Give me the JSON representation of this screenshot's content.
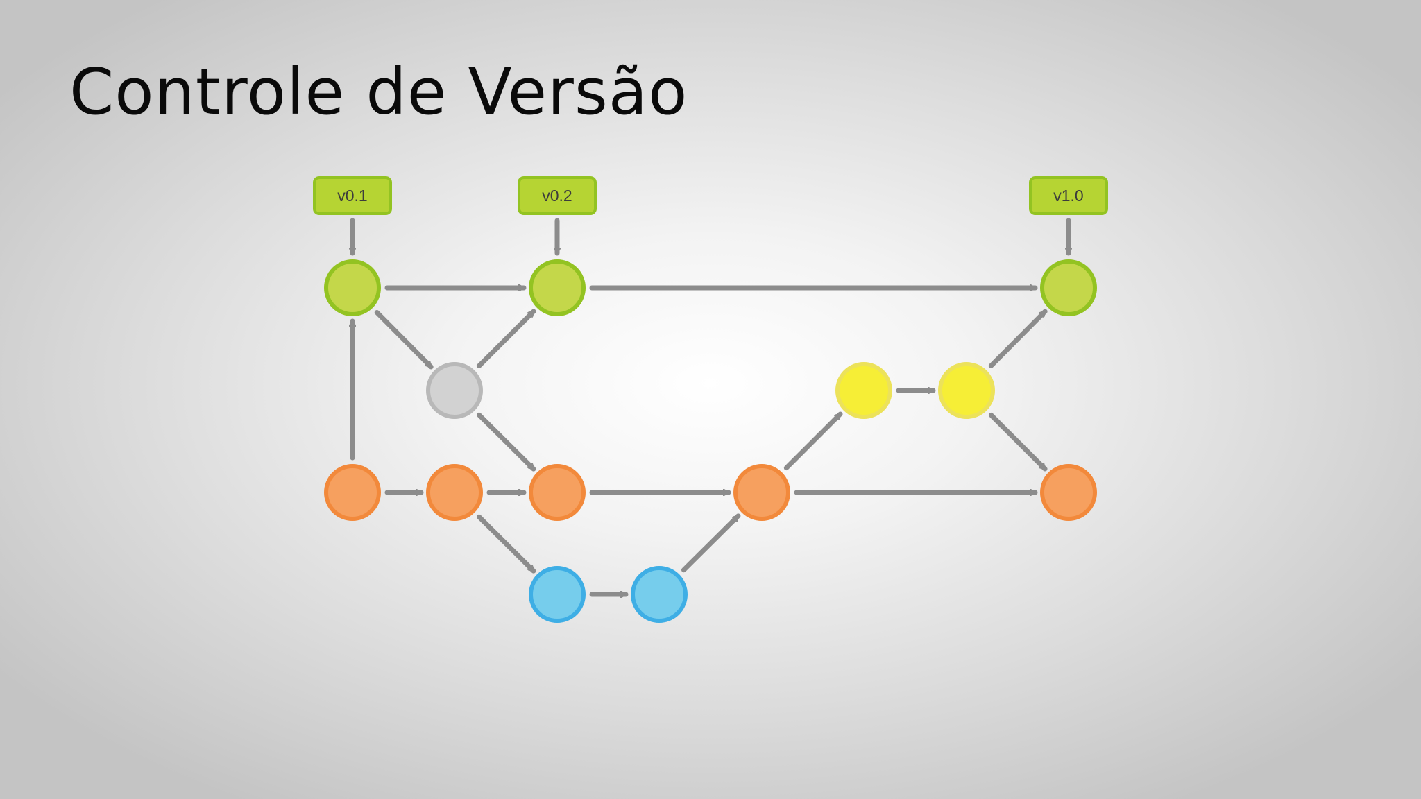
{
  "slide": {
    "title": "Controle de Versão"
  },
  "diagram": {
    "colors": {
      "green": {
        "fill": "#c4d74a",
        "stroke": "#93c322"
      },
      "gray": {
        "fill": "#d2d2d2",
        "stroke": "#b8b8b8"
      },
      "orange": {
        "fill": "#f6a05f",
        "stroke": "#f2893b"
      },
      "blue": {
        "fill": "#76cdec",
        "stroke": "#3eaee5"
      },
      "yellow": {
        "fill": "#f6ee36",
        "stroke": "#ece25a"
      },
      "arrow": "#8c8c8c",
      "tag_fill": "#b6d433",
      "tag_stroke": "#93c322"
    },
    "tags": [
      {
        "id": "t1",
        "label": "v0.1",
        "target": "g1"
      },
      {
        "id": "t2",
        "label": "v0.2",
        "target": "g2"
      },
      {
        "id": "t3",
        "label": "v1.0",
        "target": "g3"
      }
    ],
    "nodes": [
      {
        "id": "g1",
        "color": "green"
      },
      {
        "id": "g2",
        "color": "green"
      },
      {
        "id": "g3",
        "color": "green"
      },
      {
        "id": "gr",
        "color": "gray"
      },
      {
        "id": "o1",
        "color": "orange"
      },
      {
        "id": "o2",
        "color": "orange"
      },
      {
        "id": "o3",
        "color": "orange"
      },
      {
        "id": "o4",
        "color": "orange"
      },
      {
        "id": "o5",
        "color": "orange"
      },
      {
        "id": "b1",
        "color": "blue"
      },
      {
        "id": "b2",
        "color": "blue"
      },
      {
        "id": "y1",
        "color": "yellow"
      },
      {
        "id": "y2",
        "color": "yellow"
      }
    ],
    "edges": [
      {
        "from": "g1",
        "to": "g2"
      },
      {
        "from": "g2",
        "to": "g3"
      },
      {
        "from": "g1",
        "to": "gr"
      },
      {
        "from": "gr",
        "to": "g2"
      },
      {
        "from": "gr",
        "to": "o3"
      },
      {
        "from": "o1",
        "to": "g1"
      },
      {
        "from": "o1",
        "to": "o2"
      },
      {
        "from": "o2",
        "to": "o3"
      },
      {
        "from": "o3",
        "to": "o4"
      },
      {
        "from": "o4",
        "to": "o5"
      },
      {
        "from": "o2",
        "to": "b1"
      },
      {
        "from": "b1",
        "to": "b2"
      },
      {
        "from": "b2",
        "to": "o4"
      },
      {
        "from": "o4",
        "to": "y1"
      },
      {
        "from": "y1",
        "to": "y2"
      },
      {
        "from": "y2",
        "to": "g3"
      },
      {
        "from": "y2",
        "to": "o5"
      }
    ]
  }
}
